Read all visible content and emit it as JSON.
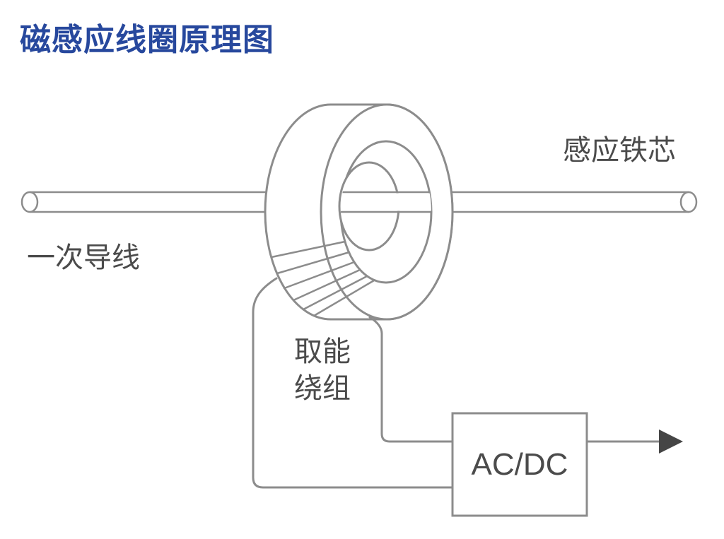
{
  "title": "磁感应线圈原理图",
  "diagram": {
    "core_label": "感应铁芯",
    "primary_wire_label": "一次导线",
    "winding_label_line1": "取能",
    "winding_label_line2": "绕组",
    "converter_label": "AC/DC"
  },
  "colors": {
    "title": "#27489d",
    "label_text": "#4b4b4b",
    "line": "#8c8c8c",
    "arrowhead": "#454545",
    "background": "#ffffff"
  }
}
